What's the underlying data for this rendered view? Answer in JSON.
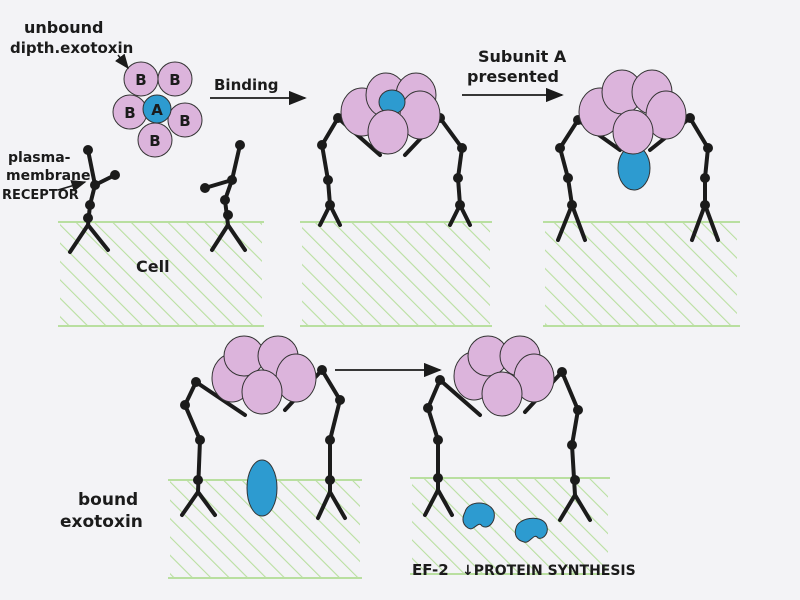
{
  "labels": {
    "unbound_line1": "unbound",
    "unbound_line2": "dipth.exotoxin",
    "binding": "Binding",
    "subunit_line1": "Subunit A",
    "subunit_line2": "presented",
    "receptor_line1": "plasma-",
    "receptor_line2": "membrane",
    "receptor_line3": "RECEPTOR",
    "cell": "Cell",
    "bound_line1": "bound",
    "bound_line2": "exotoxin",
    "ef2": "EF-2",
    "protein_synthesis": "↓PROTEIN SYNTHESIS"
  },
  "toxin_letters": {
    "b": "B",
    "a": "A"
  },
  "colors": {
    "cell_hatch": "#b9dfa0",
    "toxin_b": "#dcb4dc",
    "toxin_a": "#2d9bd0",
    "ink": "#1b1b1b"
  }
}
